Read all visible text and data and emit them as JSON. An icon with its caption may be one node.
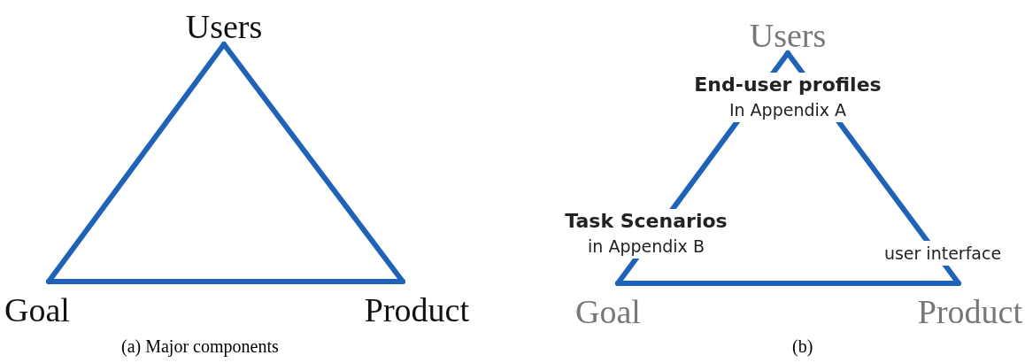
{
  "diagram": {
    "nodes": [
      {
        "text": [
          "Users"
        ]
      },
      {
        "text": [
          "Goal"
        ]
      },
      {
        "text": [
          "Product"
        ]
      },
      {
        "text": [
          "Users"
        ],
        "beside": [
          "End-user profiles",
          "In Appendix A"
        ]
      },
      {
        "text": [
          "Goal"
        ],
        "beside": [
          "Task Scenarios",
          "in Appendix B"
        ]
      },
      {
        "text": [
          "Product"
        ],
        "beside": [
          "user interface"
        ]
      }
    ],
    "edges": [
      {
        "from": 0,
        "to": 1,
        "arrow": "none"
      },
      {
        "from": 1,
        "to": 2,
        "arrow": "none"
      },
      {
        "from": 2,
        "to": 0,
        "arrow": "none"
      },
      {
        "from": 3,
        "to": 4,
        "arrow": "none"
      },
      {
        "from": 4,
        "to": 5,
        "arrow": "none"
      },
      {
        "from": 5,
        "to": 3,
        "arrow": "none"
      }
    ],
    "labels": [
      "(a) Major components",
      "(b)"
    ]
  }
}
